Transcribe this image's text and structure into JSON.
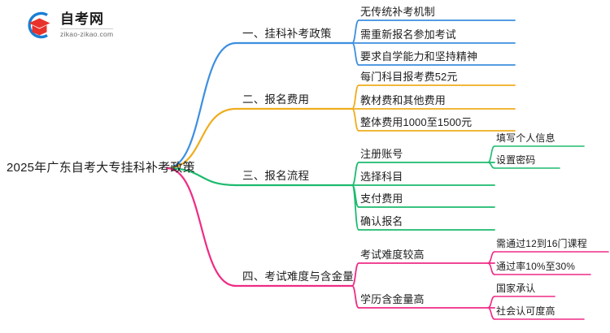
{
  "logo": {
    "name_cn": "自考网",
    "name_en": "zikao-zikao.com",
    "mark_icon": "graduation-cap-icon",
    "arc_color": "#1a7fd4",
    "cap_color": "#e8322c"
  },
  "mindmap": {
    "root": {
      "label": "2025年广东自考大专挂科补考政策"
    },
    "branches": [
      {
        "label": "一、挂科补考政策",
        "color": "#3d8fe0",
        "children": [
          {
            "label": "无传统补考机制",
            "children": []
          },
          {
            "label": "需重新报名参加考试",
            "children": []
          },
          {
            "label": "要求自学能力和坚持精神",
            "children": []
          }
        ]
      },
      {
        "label": "二、报名费用",
        "color": "#efad1e",
        "children": [
          {
            "label": "每门科目报考费52元",
            "children": []
          },
          {
            "label": "教材费和其他费用",
            "children": []
          },
          {
            "label": "整体费用1000至1500元",
            "children": []
          }
        ]
      },
      {
        "label": "三、报名流程",
        "color": "#1dbb6e",
        "children": [
          {
            "label": "注册账号",
            "children": [
              {
                "label": "填写个人信息"
              },
              {
                "label": "设置密码"
              }
            ]
          },
          {
            "label": "选择科目",
            "children": []
          },
          {
            "label": "支付费用",
            "children": []
          },
          {
            "label": "确认报名",
            "children": []
          }
        ]
      },
      {
        "label": "四、考试难度与含金量",
        "color": "#ef2b85",
        "children": [
          {
            "label": "考试难度较高",
            "children": [
              {
                "label": "需通过12到16门课程"
              },
              {
                "label": "通过率10%至30%"
              }
            ]
          },
          {
            "label": "学历含金量高",
            "children": [
              {
                "label": "国家承认"
              },
              {
                "label": "社会认可度高"
              }
            ]
          }
        ]
      }
    ]
  }
}
